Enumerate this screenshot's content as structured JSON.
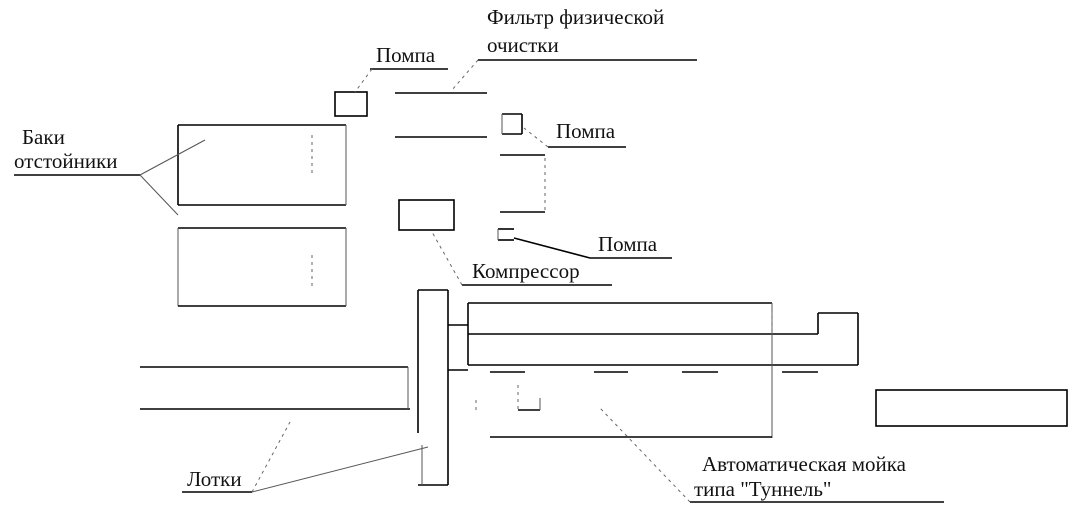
{
  "labels": {
    "filter": [
      "Фильтр физической",
      "очистки"
    ],
    "pump_top": "Помпа",
    "pump_mid": "Помпа",
    "pump_bottom": "Помпа",
    "tanks": [
      "Баки",
      "отстойники"
    ],
    "compressor": "Компрессор",
    "trays": "Лотки",
    "washer": [
      "Автоматическая мойка",
      "типа \"Туннель\""
    ]
  }
}
